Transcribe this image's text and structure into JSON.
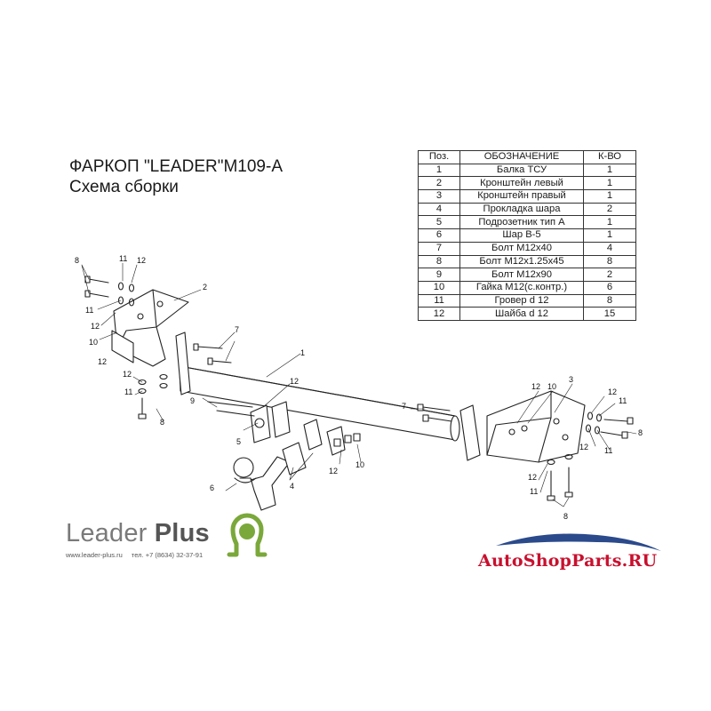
{
  "title": {
    "line1": "ФАРКОП \"LEADER\"M109-А",
    "line2": "Схема сборки"
  },
  "parts_table": {
    "headers": [
      "Поз.",
      "ОБОЗНАЧЕНИЕ",
      "К-ВО"
    ],
    "rows": [
      [
        "1",
        "Балка ТСУ",
        "1"
      ],
      [
        "2",
        "Кронштейн левый",
        "1"
      ],
      [
        "3",
        "Кронштейн правый",
        "1"
      ],
      [
        "4",
        "Прокладка шара",
        "2"
      ],
      [
        "5",
        "Подрозетник тип А",
        "1"
      ],
      [
        "6",
        "Шар В-5",
        "1"
      ],
      [
        "7",
        "Болт М12х40",
        "4"
      ],
      [
        "8",
        "Болт М12х1.25х45",
        "8"
      ],
      [
        "9",
        "Болт М12х90",
        "2"
      ],
      [
        "10",
        "Гайка М12(с.контр.)",
        "6"
      ],
      [
        "11",
        "Гровер d 12",
        "8"
      ],
      [
        "12",
        "Шайба d 12",
        "15"
      ]
    ]
  },
  "callouts": [
    "8",
    "11",
    "12",
    "2",
    "11",
    "12",
    "10",
    "12",
    "7",
    "1",
    "12",
    "11",
    "8",
    "9",
    "12",
    "5",
    "12",
    "10",
    "6",
    "4",
    "7",
    "12",
    "10",
    "3",
    "12",
    "11",
    "8",
    "12",
    "11",
    "12",
    "11",
    "8"
  ],
  "brand": {
    "name_light": "Leader",
    "name_bold": "Plus",
    "website": "www.leader-plus.ru",
    "phone": "тел. +7 (8634) 32-37-91",
    "logo_color": "#7aa83a"
  },
  "shop": {
    "name": "AutoShopParts.RU",
    "color": "#c8102e",
    "swoosh_color": "#2b4a8c"
  }
}
